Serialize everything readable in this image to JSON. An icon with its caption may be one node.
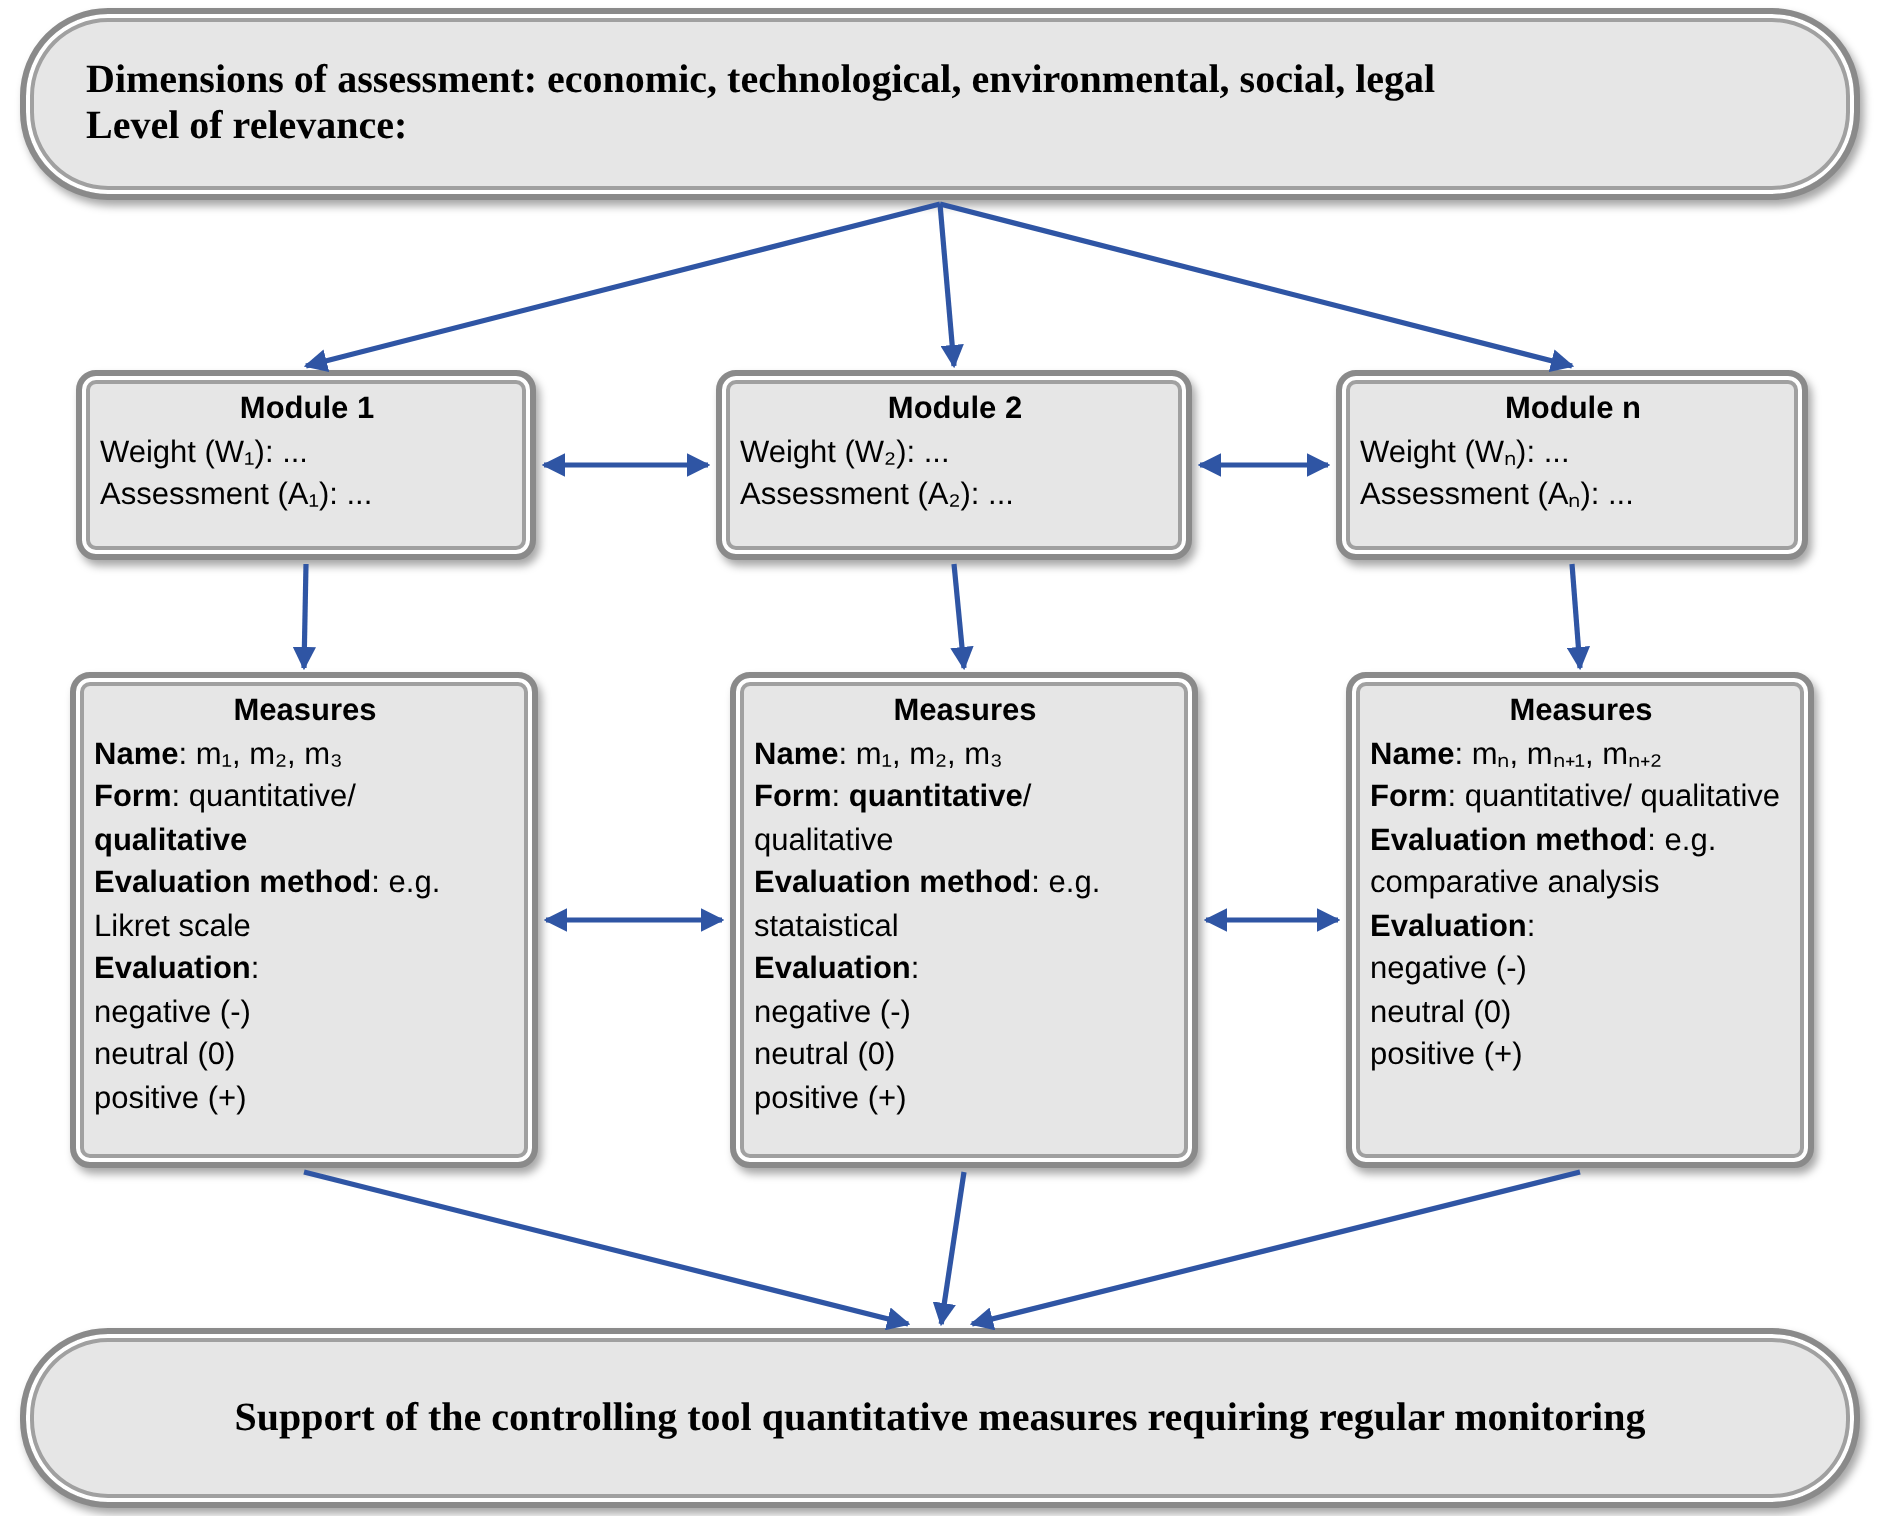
{
  "diagram": {
    "nodes": [
      {
        "text": [
          "Dimensions of assessment: economic, technological, environmental, social, legal",
          "Level of relevance:"
        ]
      },
      {
        "text": [
          "Module 1",
          "Weight (W₁): ...",
          "Assessment (A₁): ..."
        ]
      },
      {
        "text": [
          "Module 2",
          "Weight (W₂): ...",
          "Assessment (A₂): ..."
        ]
      },
      {
        "text": [
          "Module n",
          "Weight (Wₙ): ...",
          "Assessment (Aₙ): ..."
        ]
      },
      {
        "text": [
          "Measures",
          "**Name**: m₁, m₂, m₃",
          "**Form**: quantitative/ **qualitative**",
          "**Evaluation method**: e.g. Likret scale",
          "**Evaluation**:",
          "negative (-)",
          "neutral (0)",
          "positive (+)"
        ]
      },
      {
        "text": [
          "Measures",
          "**Name**: m₁, m₂, m₃",
          "**Form**: **quantitative**/ qualitative",
          "**Evaluation method**: e.g. stataistical",
          "**Evaluation**:",
          "negative (-)",
          "neutral (0)",
          "positive (+)"
        ]
      },
      {
        "text": [
          "Measures",
          "**Name**: mₙ, mₙ₊₁, mₙ₊₂",
          "**Form**: quantitative/ qualitative",
          "**Evaluation method**: e.g. comparative analysis",
          "**Evaluation**:",
          "negative (-)",
          "neutral (0)",
          "positive (+)"
        ]
      },
      {
        "text": [
          "Support of the controlling tool quantitative measures requiring regular monitoring"
        ]
      }
    ],
    "edges": [
      {
        "from": 0,
        "to": 1,
        "arrow": "to"
      },
      {
        "from": 0,
        "to": 2,
        "arrow": "to"
      },
      {
        "from": 0,
        "to": 3,
        "arrow": "to"
      },
      {
        "from": 1,
        "to": 2,
        "arrow": "both"
      },
      {
        "from": 2,
        "to": 3,
        "arrow": "both"
      },
      {
        "from": 1,
        "to": 4,
        "arrow": "to"
      },
      {
        "from": 2,
        "to": 5,
        "arrow": "to"
      },
      {
        "from": 3,
        "to": 6,
        "arrow": "to"
      },
      {
        "from": 4,
        "to": 5,
        "arrow": "both"
      },
      {
        "from": 5,
        "to": 6,
        "arrow": "both"
      },
      {
        "from": 4,
        "to": 7,
        "arrow": "to"
      },
      {
        "from": 5,
        "to": 7,
        "arrow": "to"
      },
      {
        "from": 6,
        "to": 7,
        "arrow": "to"
      }
    ]
  }
}
